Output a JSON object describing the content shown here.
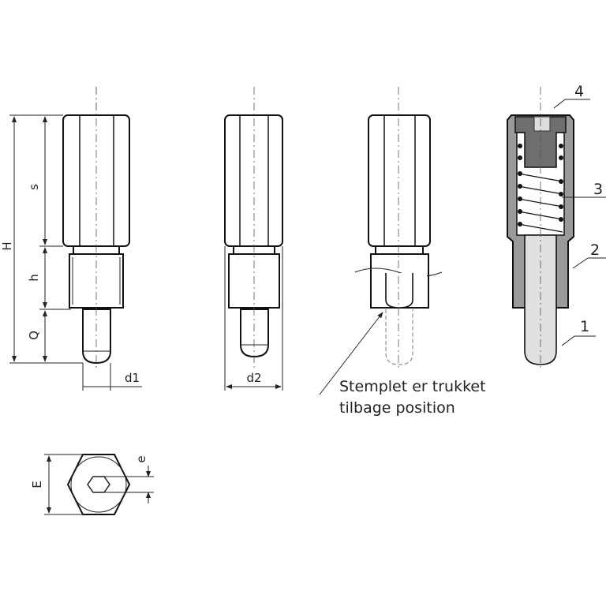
{
  "dimensions": {
    "H": "H",
    "s": "s",
    "h": "h",
    "Q": "Q",
    "d1": "d1",
    "d2": "d2",
    "E": "E",
    "e": "e"
  },
  "note": {
    "line1": "Stemplet er trukket",
    "line2": "tilbage position"
  },
  "callouts": {
    "c1": "1",
    "c2": "2",
    "c3": "3",
    "c4": "4"
  },
  "colors": {
    "body_section": "#9a9a9a",
    "insert": "#6e6e6e",
    "pin": "#e0e0e0"
  }
}
